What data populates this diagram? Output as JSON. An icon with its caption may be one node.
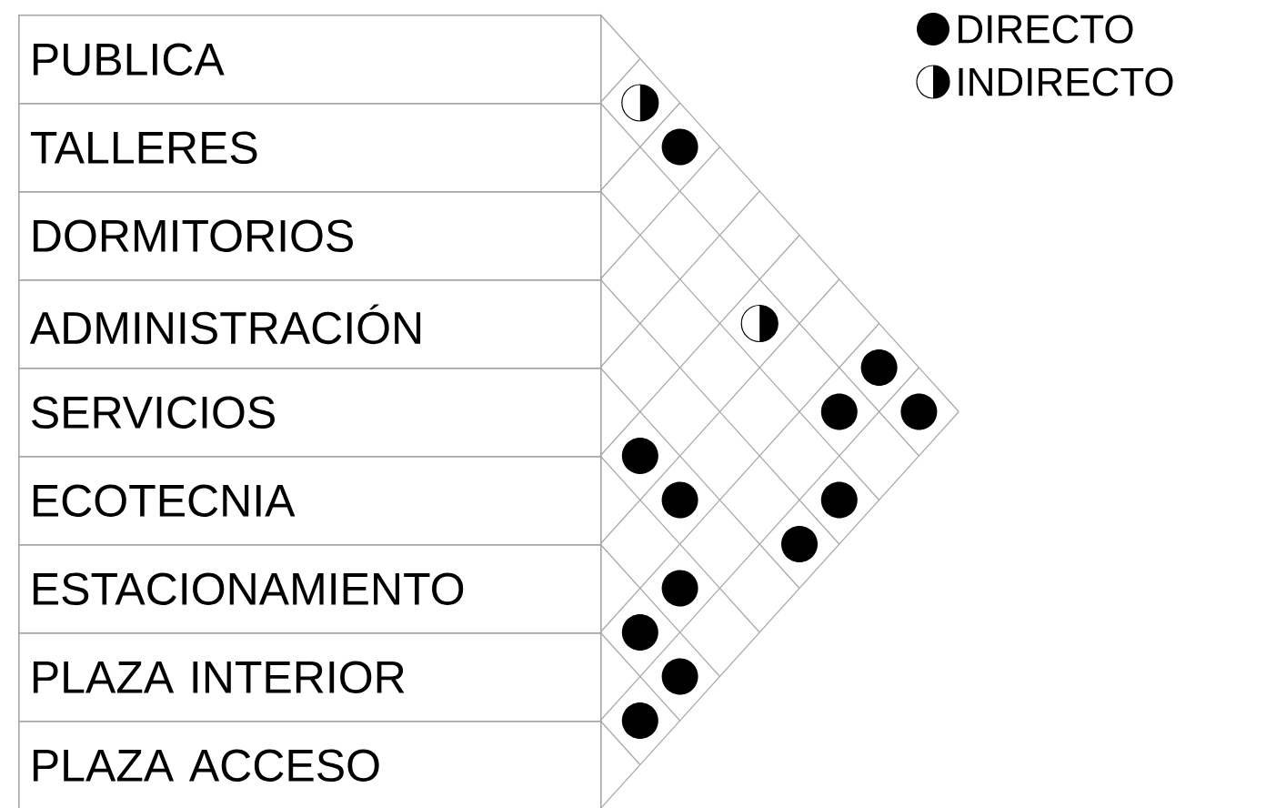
{
  "diagram": {
    "nodes": [
      {
        "text": [
          "PUBLICA"
        ]
      },
      {
        "text": [
          "TALLERES"
        ]
      },
      {
        "text": [
          "DORMITORIOS"
        ]
      },
      {
        "text": [
          "ADMINISTRACIÓN"
        ]
      },
      {
        "text": [
          "SERVICIOS"
        ]
      },
      {
        "text": [
          "ECOTECNIA"
        ]
      },
      {
        "text": [
          "ESTACIONAMIENTO"
        ]
      },
      {
        "text": [
          "PLAZA INTERIOR"
        ]
      },
      {
        "text": [
          "PLAZA ACCESO"
        ]
      }
    ],
    "legend": [
      {
        "text": "DIRECTO"
      },
      {
        "text": "INDIRECTO"
      }
    ]
  }
}
